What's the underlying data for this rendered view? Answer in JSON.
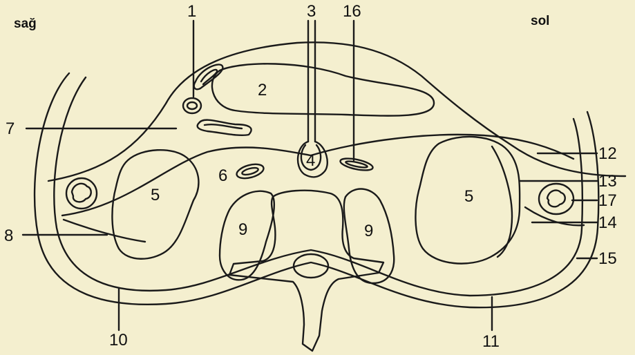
{
  "corners": {
    "right_side": "sağ",
    "left_side": "sol"
  },
  "labels": {
    "l1": "1",
    "l2": "2",
    "l3": "3",
    "l4": "4",
    "l5a": "5",
    "l5b": "5",
    "l6": "6",
    "l7": "7",
    "l8": "8",
    "l9a": "9",
    "l9b": "9",
    "l10": "10",
    "l11": "11",
    "l12": "12",
    "l13": "13",
    "l14": "14",
    "l15": "15",
    "l16": "16",
    "l17": "17"
  }
}
